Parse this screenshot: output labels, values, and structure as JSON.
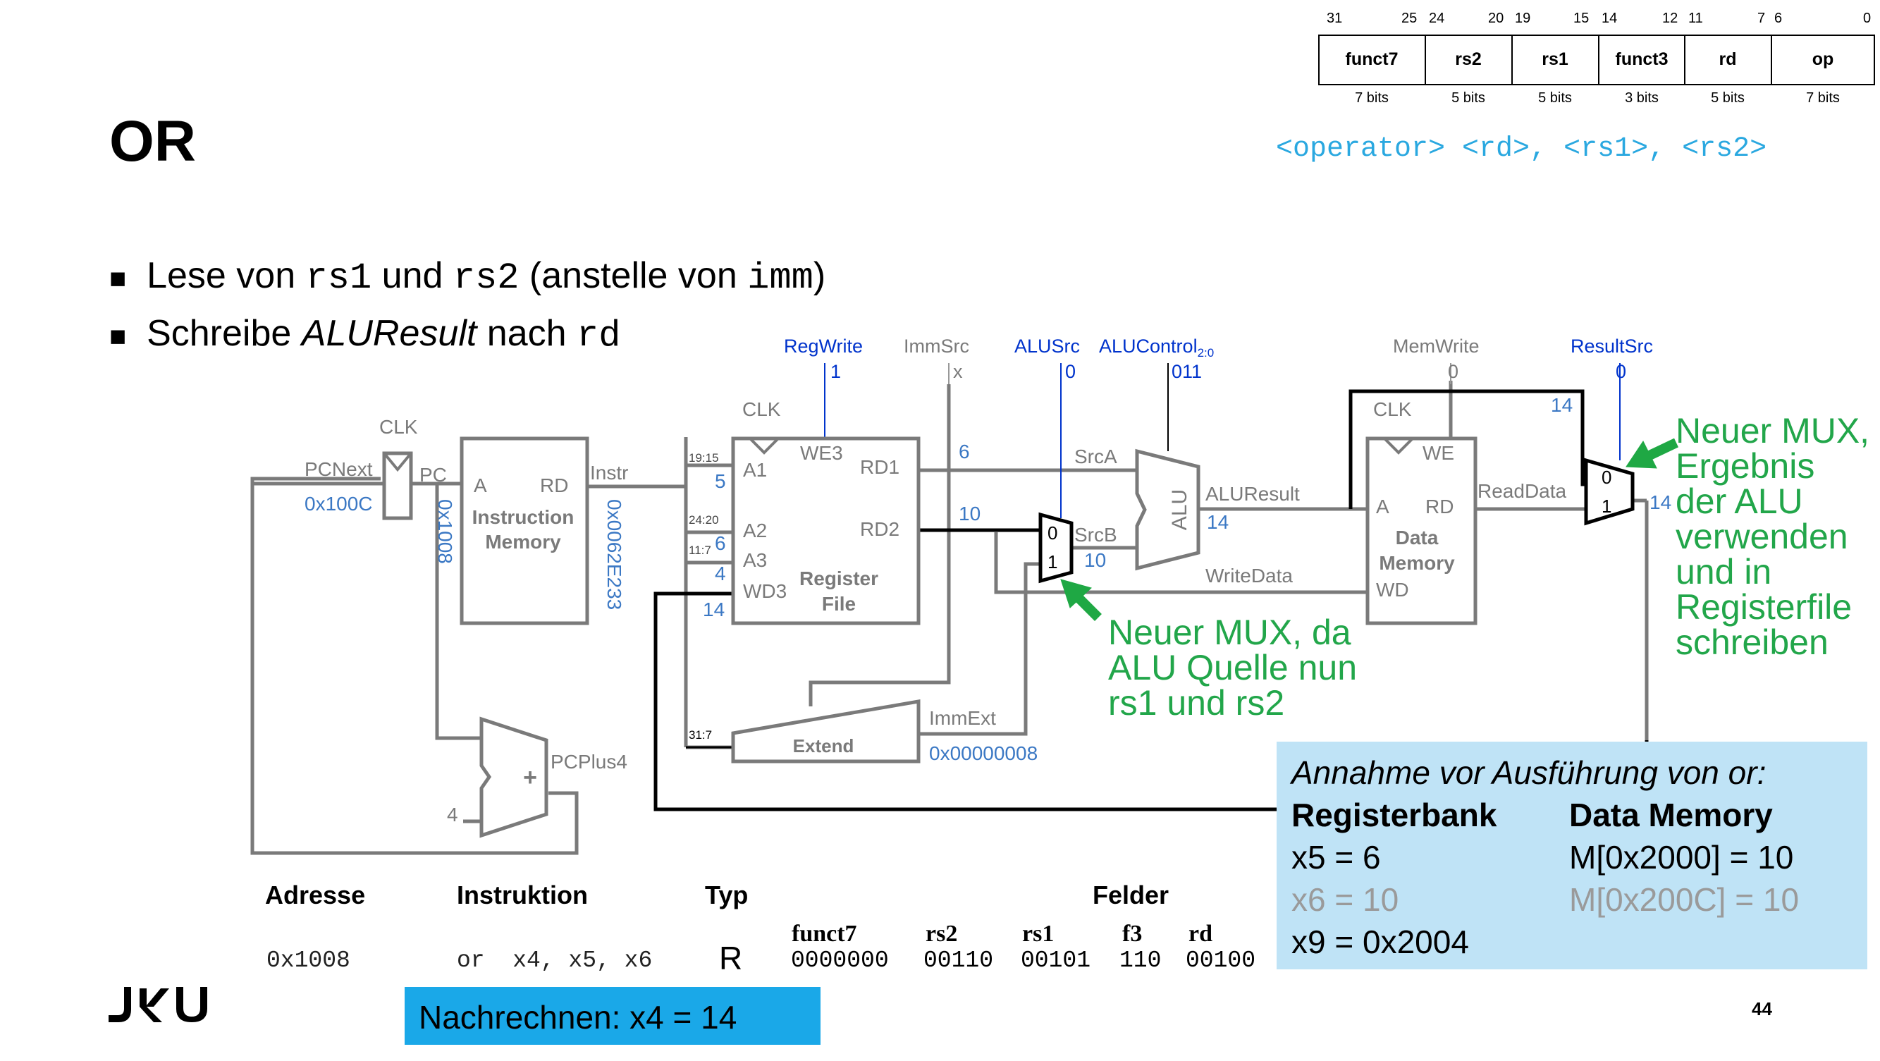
{
  "slide": {
    "title": "OR",
    "bullets": [
      {
        "p1": "Lese von ",
        "c1": "rs1",
        "p2": " und ",
        "c2": "rs2",
        "p3": " (anstelle von ",
        "c3": "imm",
        "p4": ")"
      },
      {
        "p1": "Schreibe ",
        "em": "ALUResult",
        "p2": " nach ",
        "c1": "rd"
      }
    ],
    "syntax": "<operator> <rd>, <rs1>, <rs2>",
    "page_number": "44",
    "logo": "JKU"
  },
  "instr_format": {
    "bit_labels": [
      "31",
      "25",
      "24",
      "20",
      "19",
      "15",
      "14",
      "12",
      "11",
      "7",
      "6",
      "0"
    ],
    "fields": [
      "funct7",
      "rs2",
      "rs1",
      "funct3",
      "rd",
      "op"
    ],
    "widths": [
      "7 bits",
      "5 bits",
      "5 bits",
      "3 bits",
      "5 bits",
      "7 bits"
    ]
  },
  "datapath": {
    "controls": {
      "regwrite": "RegWrite",
      "regwrite_v": "1",
      "immsrc": "ImmSrc",
      "immsrc_v": "x",
      "alusrc": "ALUSrc",
      "alusrc_v": "0",
      "aluctrl": "ALUControl",
      "aluctrl_sub": "2:0",
      "aluctrl_v": "011",
      "memwrite": "MemWrite",
      "memwrite_v": "0",
      "resultsrc": "ResultSrc",
      "resultsrc_v": "0"
    },
    "labels": {
      "clk": "CLK",
      "pcnext": "PCNext",
      "pc": "PC",
      "a": "A",
      "rd": "RD",
      "instr": "Instr",
      "imem_1": "Instruction",
      "imem_2": "Memory",
      "a1": "A1",
      "a2": "A2",
      "a3": "A3",
      "we3": "WE3",
      "wd3": "WD3",
      "rd1": "RD1",
      "rd2": "RD2",
      "rf_1": "Register",
      "rf_2": "File",
      "srca": "SrcA",
      "srcb": "SrcB",
      "alu": "ALU",
      "aluresult": "ALUResult",
      "writedata": "WriteData",
      "we": "WE",
      "wd": "WD",
      "dmem_1": "Data",
      "dmem_2": "Memory",
      "readdata": "ReadData",
      "immext": "ImmExt",
      "extend": "Extend",
      "pcplus4": "PCPlus4",
      "four": "4",
      "plus": "+",
      "m0": "0",
      "m1": "1",
      "b1915": "19:15",
      "b2420": "24:20",
      "b117": "11:7",
      "b317": "31:7"
    },
    "values": {
      "pcnext": "0x100C",
      "pc": "0x1008",
      "instr": "0x0062E233",
      "a1": "5",
      "a2": "6",
      "a3": "4",
      "wd3": "14",
      "rd1": "6",
      "rd2": "10",
      "srcb": "10",
      "aluresult": "14",
      "resultmux": "14",
      "loop": "14",
      "immext": "0x00000008"
    }
  },
  "notes": {
    "mux_alu": "Neuer MUX, da\nALU Quelle nun\nrs1 und rs2",
    "mux_result": "Neuer MUX,\nErgebnis\nder ALU\nverwenden\nund in\nRegisterfile\nschreiben"
  },
  "table": {
    "headers": {
      "address": "Adresse",
      "instruction": "Instruktion",
      "type": "Typ",
      "fields": "Felder"
    },
    "row": {
      "address": "0x1008",
      "instruction": "or  x4, x5, x6",
      "type": "R"
    },
    "field_names": [
      "funct7",
      "rs2",
      "rs1",
      "f3",
      "rd"
    ],
    "field_values": [
      "0000000",
      "00110",
      "00101",
      "110",
      "00100"
    ]
  },
  "assumption": {
    "title": "Annahme vor Ausführung von or:",
    "reg_header": "Registerbank",
    "mem_header": "Data Memory",
    "regs": [
      "x5 = 6",
      "x6 = 10",
      "x9 = 0x2004"
    ],
    "mems": [
      "M[0x2000] = 10",
      "M[0x200C] = 10"
    ]
  },
  "result_box": "Nachrechnen: x4 = 14",
  "colors": {
    "blue_value": "#3b78c4",
    "control_blue": "#0033cc",
    "green_note": "#22a64a",
    "arrow_green": "#1fa844",
    "box_blue": "#bfe3f6",
    "result_box": "#1aa8e8",
    "wire_gray": "#7a7a7a",
    "syntax_cyan": "#2aa8e0",
    "dim_text": "#9a9a9a"
  }
}
